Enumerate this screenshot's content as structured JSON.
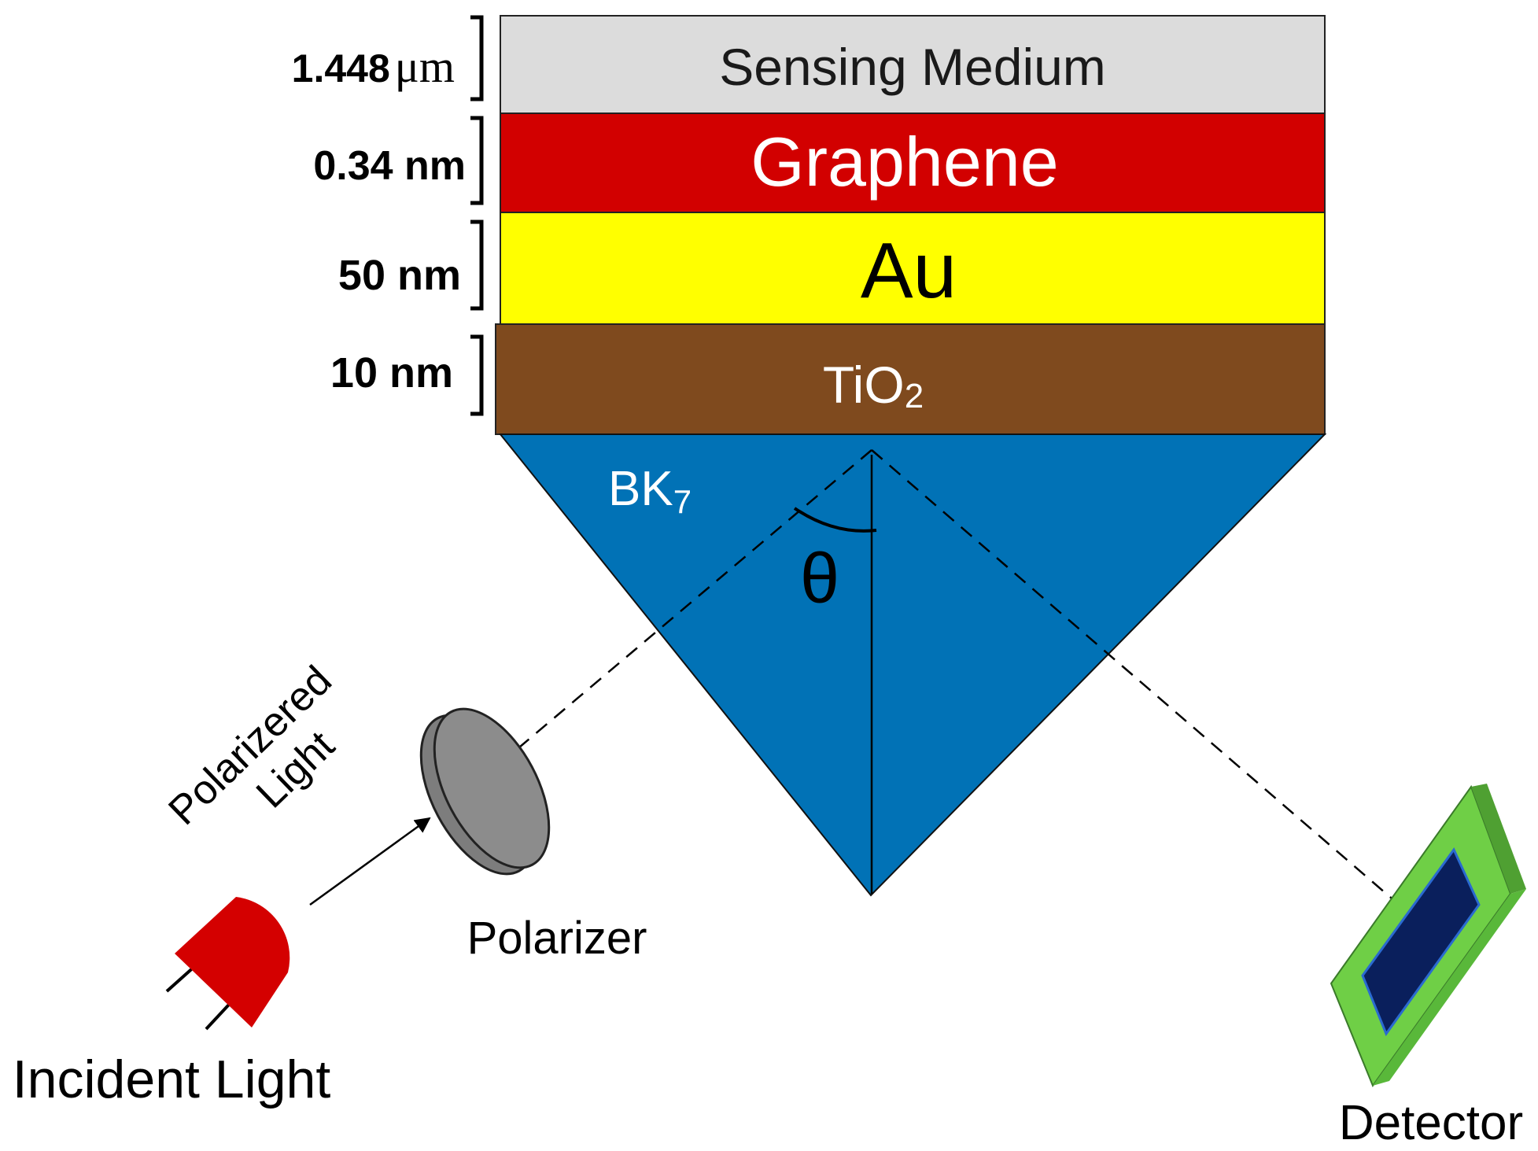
{
  "layers": [
    {
      "label": "Sensing Medium",
      "thickness": "1.448",
      "thickness_unit": "μm",
      "color": "#dcdcdc",
      "text_color": "#1a1a1a"
    },
    {
      "label": "Graphene",
      "thickness": "0.34 nm",
      "color": "#d20000",
      "text_color": "#ffffff"
    },
    {
      "label": "Au",
      "thickness": "50 nm",
      "color": "#ffff00",
      "text_color": "#000000"
    },
    {
      "label": "TiO",
      "label_sub": "2",
      "thickness": "10 nm",
      "color": "#7f4a1e",
      "text_color": "#ffffff"
    }
  ],
  "prism": {
    "label": "BK",
    "label_sub": "7",
    "color": "#0172b6",
    "label_color": "#ffffff"
  },
  "angle_label": "θ",
  "polarized_light": {
    "line1": "Polarizered",
    "line2": "Light"
  },
  "polarizer_label": "Polarizer",
  "source_label": "Incident Light",
  "source_color": "#d40000",
  "detector_label": "Detector",
  "detector_colors": {
    "frame": "#6fcf46",
    "inner": "#0a1f5c"
  }
}
